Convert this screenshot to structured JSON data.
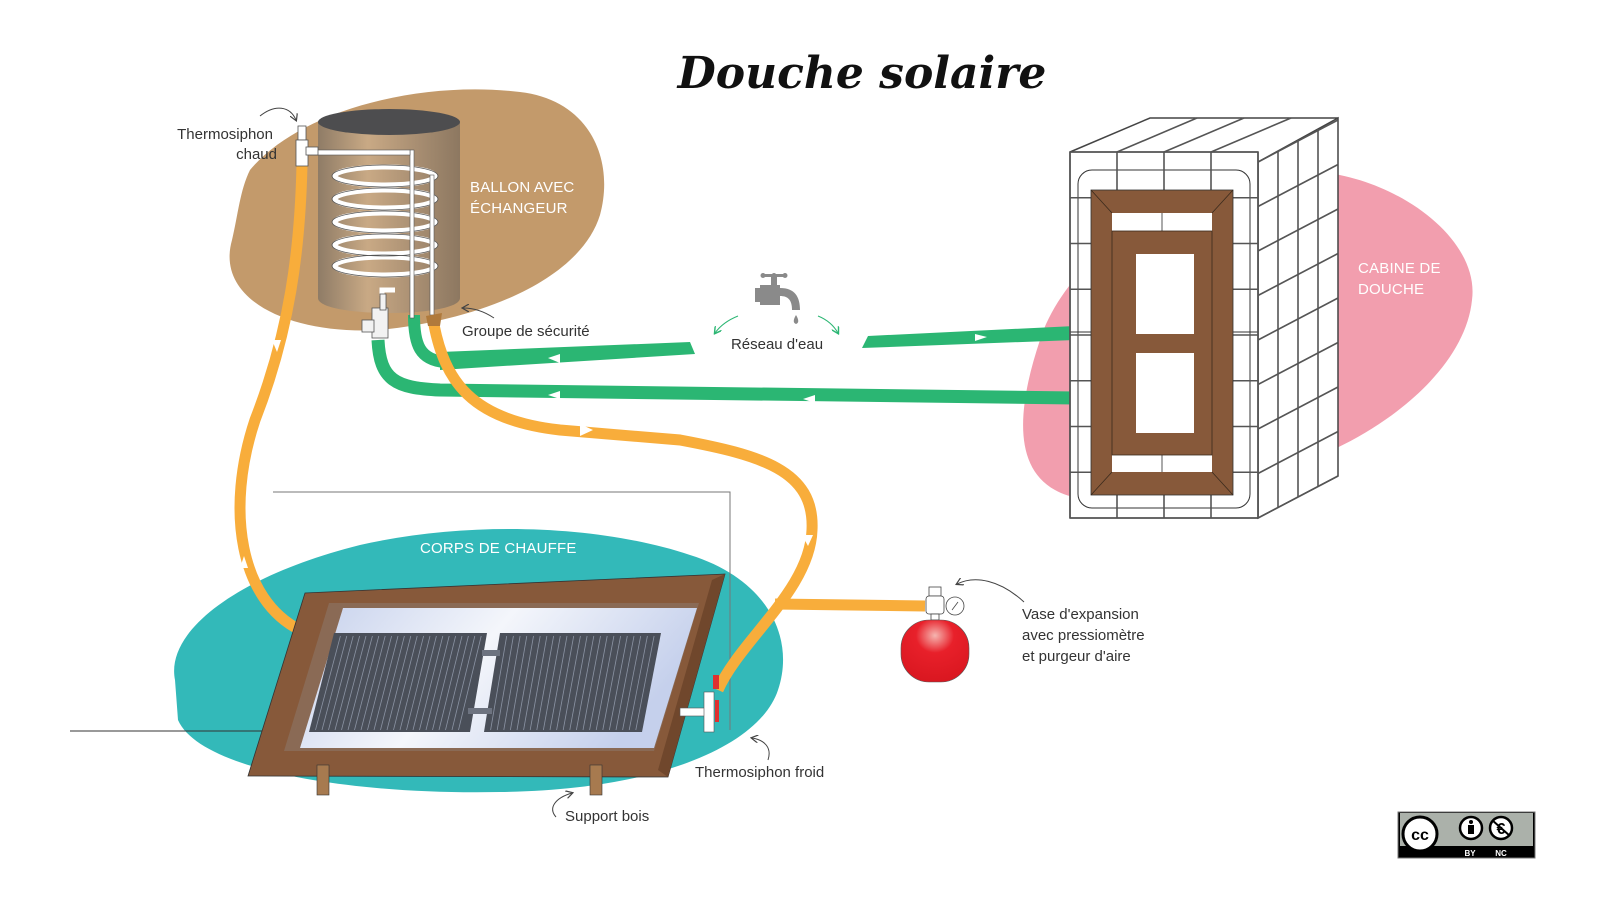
{
  "title": "Douche solaire",
  "colors": {
    "hot_pipe": "#F8AD3B",
    "cold_pipe": "#2BB673",
    "tank_zone": "#C39A6B",
    "heater_zone": "#33B9B9",
    "cabin_zone": "#F29EAE",
    "wood": "#87593A",
    "expansion_vessel": "#E8202A"
  },
  "zones": {
    "tank": {
      "label_line1": "BALLON AVEC",
      "label_line2": "ÉCHANGEUR"
    },
    "heater": {
      "label": "CORPS DE CHAUFFE"
    },
    "cabin": {
      "label_line1": "CABINE DE",
      "label_line2": "DOUCHE"
    }
  },
  "annotations": {
    "thermosiphon_hot": {
      "line1": "Thermosiphon",
      "line2": "chaud"
    },
    "safety_group": "Groupe de sécurité",
    "water_network": "Réseau d'eau",
    "expansion_vessel": {
      "line1": "Vase d'expansion",
      "line2": "avec pressiomètre",
      "line3": "et purgeur d'aire"
    },
    "thermosiphon_cold": "Thermosiphon froid",
    "wood_support": "Support bois"
  },
  "icons": {
    "faucet": "water-faucet-icon",
    "license": "creative-commons-by-nc-icon"
  },
  "license": {
    "cc": "cc",
    "by": "BY",
    "nc": "NC"
  }
}
